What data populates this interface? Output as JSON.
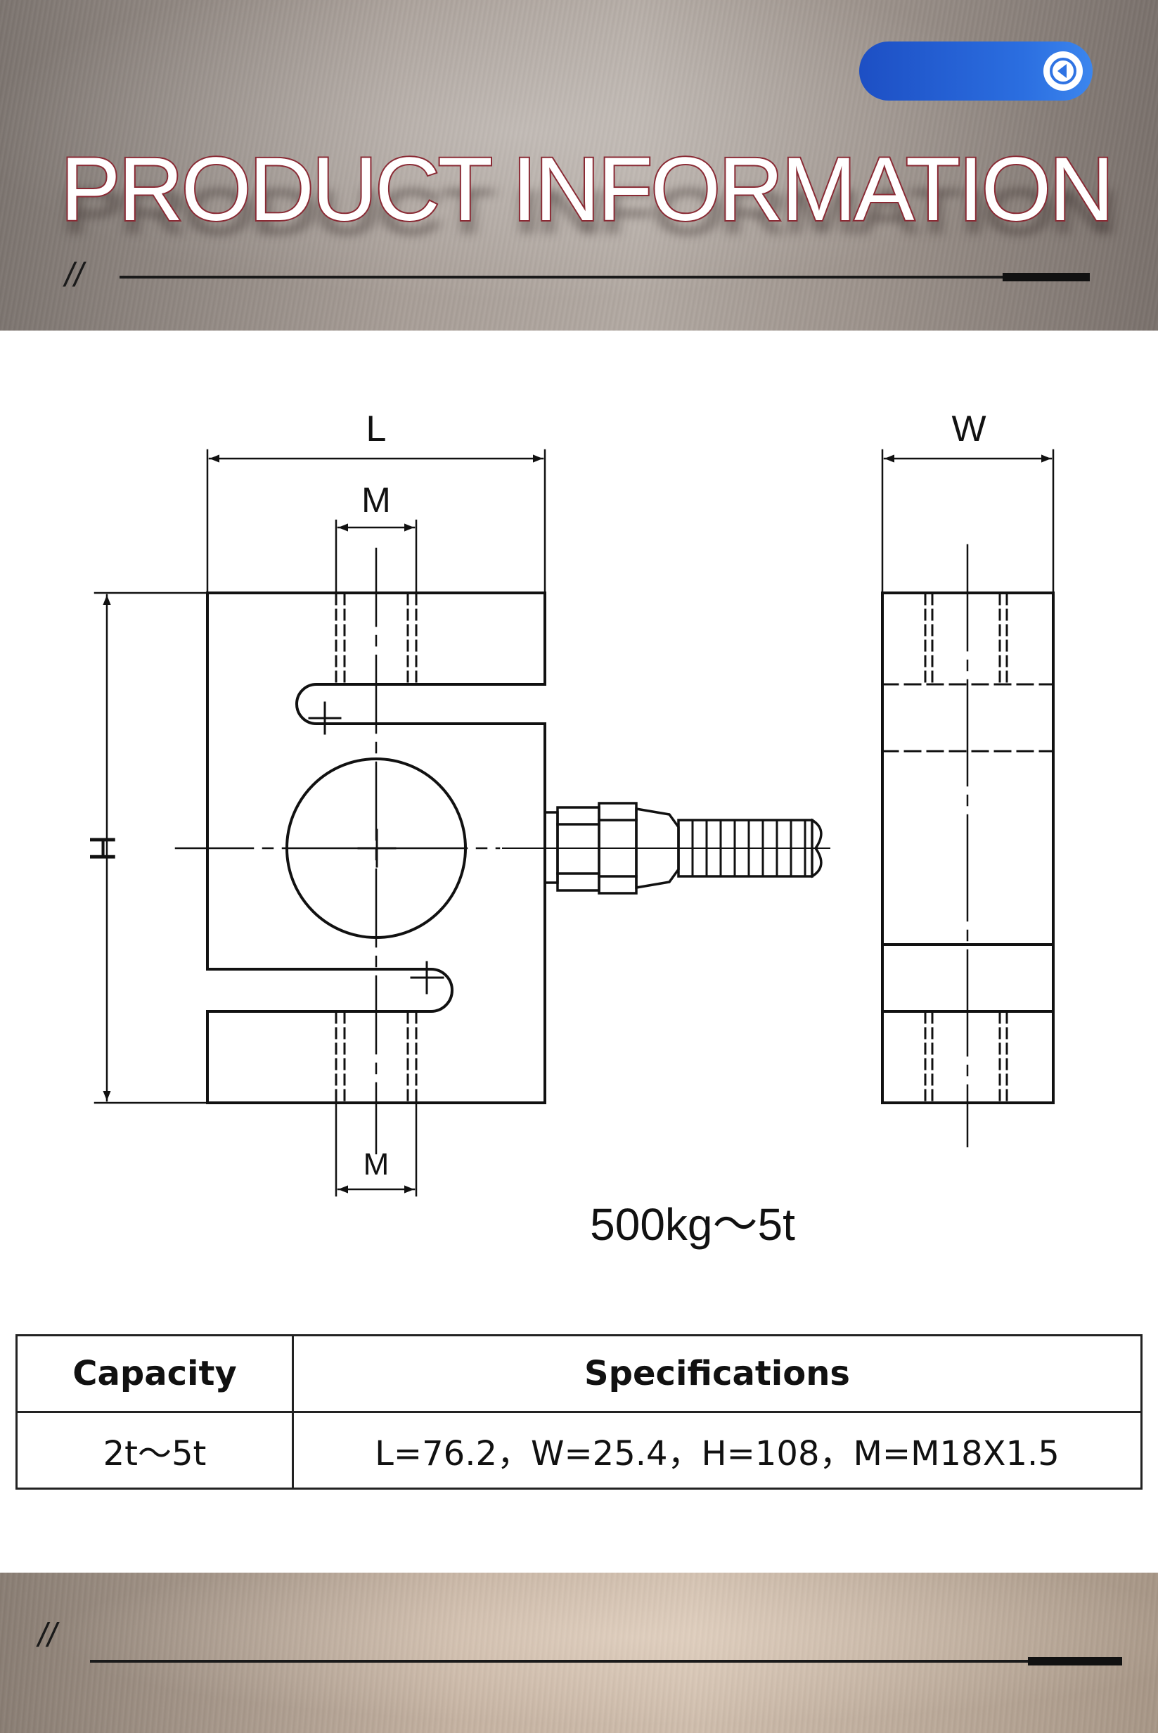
{
  "header": {
    "title": "PRODUCT INFORMATION",
    "slashes": "//",
    "back_icon": "back-arrow-icon"
  },
  "diagram": {
    "label_L": "L",
    "label_W": "W",
    "label_M_top": "M",
    "label_M_bottom": "M",
    "label_H": "H",
    "range": "500kg～5t"
  },
  "table": {
    "headers": [
      "Capacity",
      "Specifications"
    ],
    "rows": [
      [
        "2t～5t",
        "L=76.2，W=25.4，H=108，M=M18X1.5"
      ]
    ]
  },
  "footer": {
    "slashes": "//"
  },
  "colors": {
    "button_blue": "#2b6ee0",
    "title_outline": "#8a2a34"
  }
}
